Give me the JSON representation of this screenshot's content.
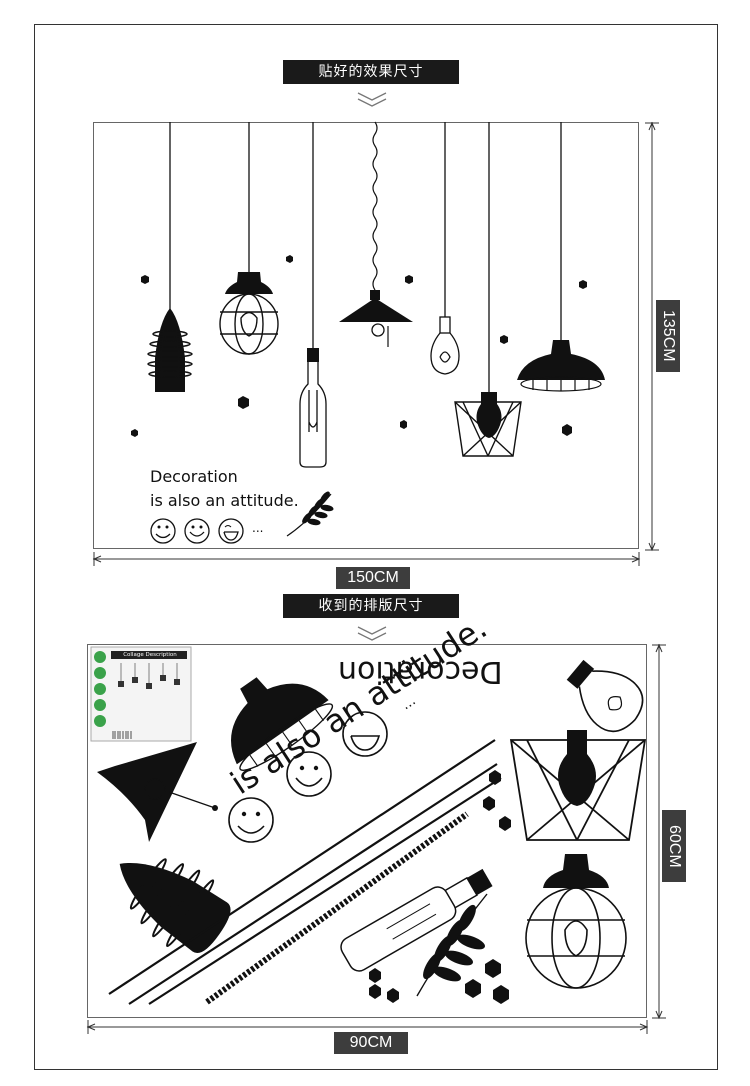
{
  "top_section": {
    "banner": "贴好的效果尺寸",
    "width_label": "150CM",
    "height_label": "135CM",
    "phrase_line1": "Decoration",
    "phrase_line2": "is also an attitude.",
    "ellipsis": "..."
  },
  "bottom_section": {
    "banner": "收到的排版尺寸",
    "width_label": "90CM",
    "height_label": "60CM",
    "word_decoration": "Decoration",
    "phrase_rotated": "is also an attitude.",
    "ellipsis": "...",
    "collage_card_title": "Collage Description"
  },
  "colors": {
    "ink": "#111111",
    "banner_bg": "#1a1a1a",
    "label_bg": "#3d3d3d",
    "card_green": "#3aa24a"
  }
}
